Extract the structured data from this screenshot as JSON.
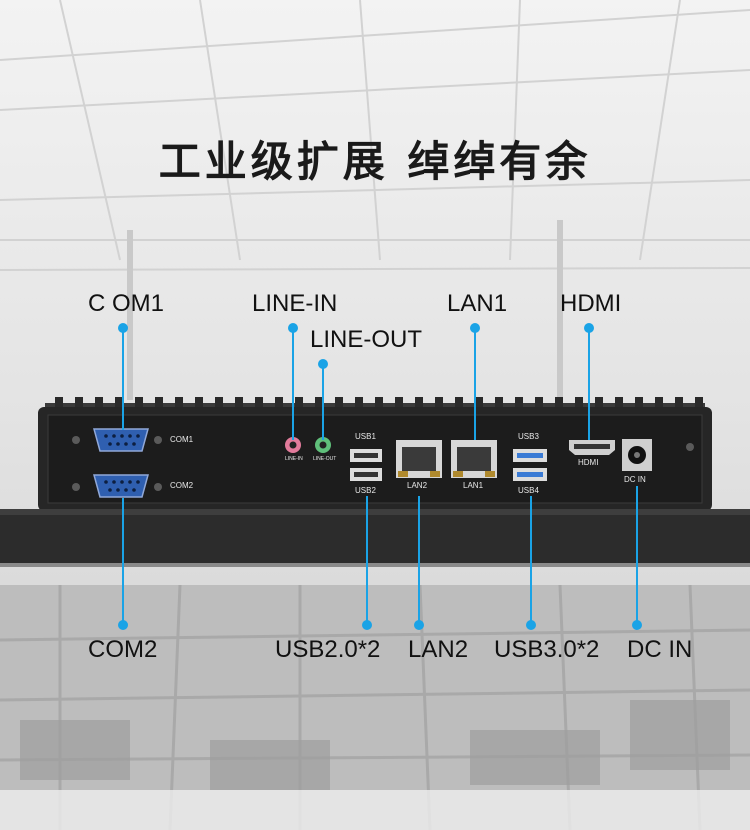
{
  "headline": "工业级扩展  绰绰有余",
  "callouts": {
    "com1": "C OM1",
    "line_in": "LINE-IN",
    "line_out": "LINE-OUT",
    "lan1": "LAN1",
    "hdmi": "HDMI",
    "com2": "COM2",
    "usb20": "USB2.0*2",
    "lan2": "LAN2",
    "usb30": "USB3.0*2",
    "dc_in": "DC IN"
  },
  "panel_labels": {
    "com1": "COM1",
    "com2": "COM2",
    "line_in": "LINE-IN",
    "line_out": "LINE-OUT",
    "usb1": "USB1",
    "usb2": "USB2",
    "lan2": "LAN2",
    "lan1": "LAN1",
    "usb3": "USB3",
    "usb4": "USB4",
    "hdmi": "HDMI",
    "dc_in": "DC IN"
  },
  "colors": {
    "leader": "#1aa3e6",
    "chassis": "#2b2b2b",
    "com_port": "#2f5fb0",
    "usb3_blue": "#3a7bd5",
    "line_in_pink": "#e27b9b",
    "line_out_green": "#5fbf7a"
  }
}
